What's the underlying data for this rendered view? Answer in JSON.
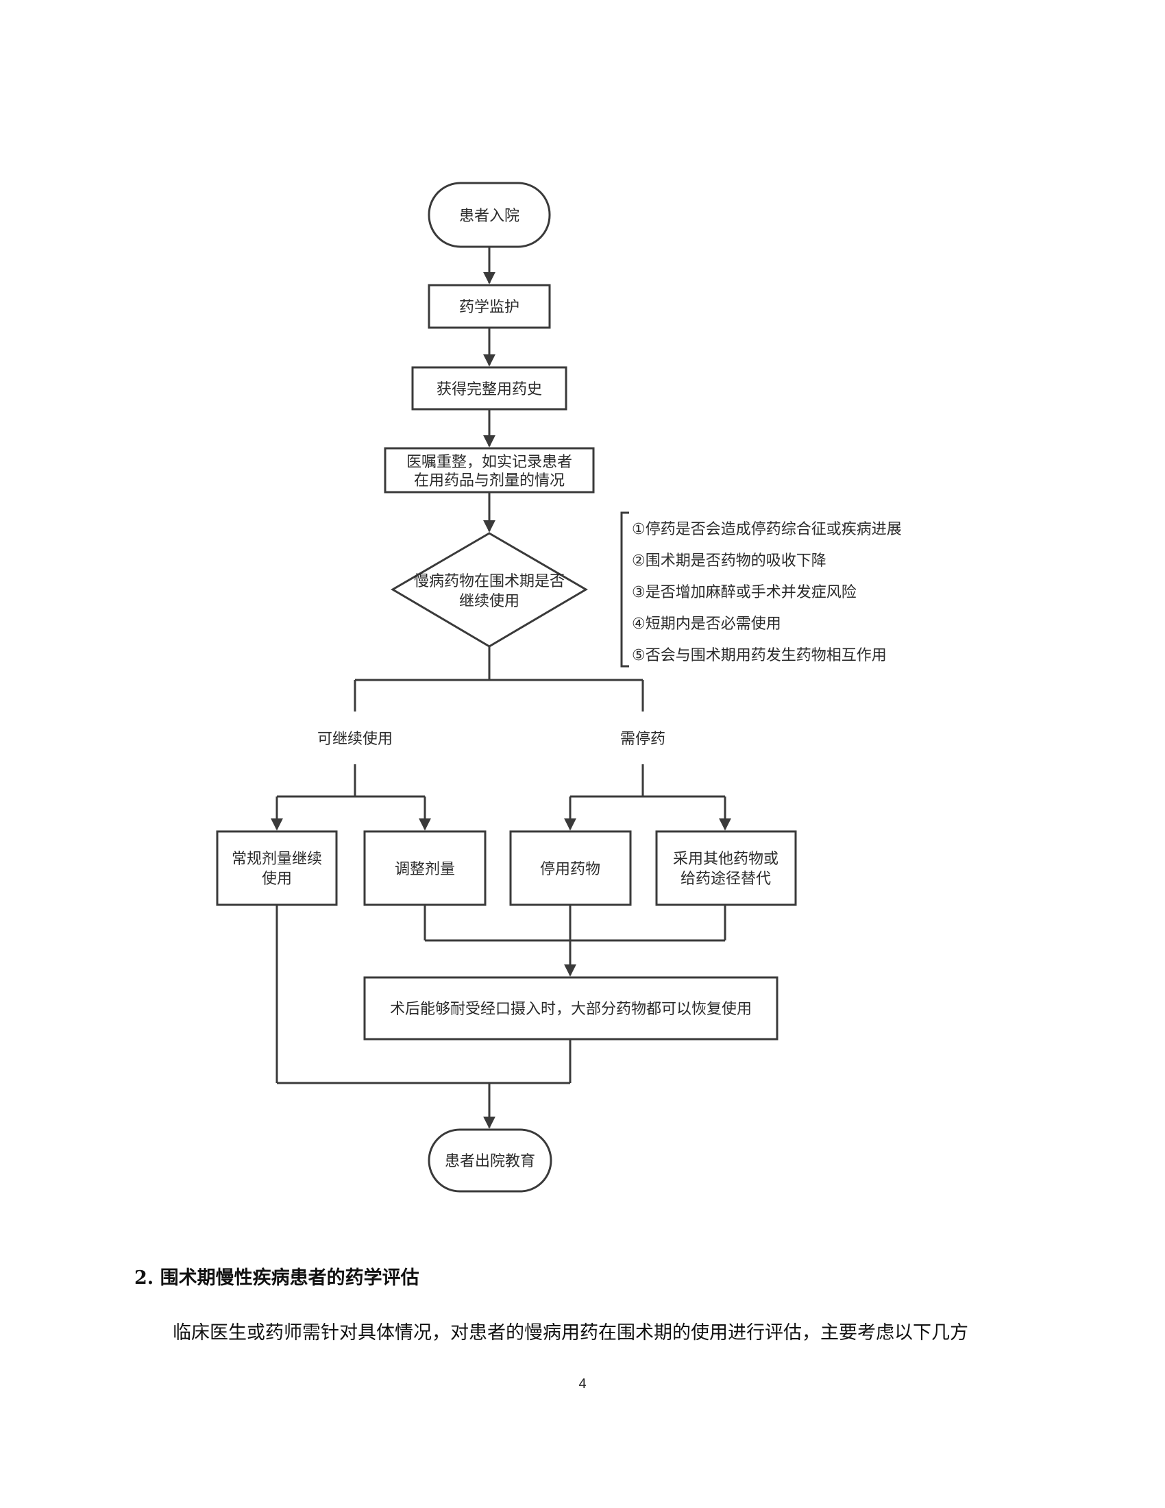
{
  "flowchart": {
    "start": "患者入院",
    "monitor": "药学监护",
    "history": "获得完整用药史",
    "reconcile_line1": "医嘱重整，如实记录患者",
    "reconcile_line2": "在用药品与剂量的情况",
    "decision_line1": "慢病药物在围术期是否",
    "decision_line2": "继续使用",
    "criteria": [
      "①停药是否会造成停药综合征或疾病进展",
      "②围术期是否药物的吸收下降",
      "③是否增加麻醉或手术并发症风险",
      "④短期内是否必需使用",
      "⑤否会与围术期用药发生药物相互作用"
    ],
    "branch_continue": "可继续使用",
    "branch_stop": "需停药",
    "continue_normal_line1": "常规剂量继续",
    "continue_normal_line2": "使用",
    "adjust_dose": "调整剂量",
    "stop_drug": "停用药物",
    "alternative_line1": "采用其他药物或",
    "alternative_line2": "给药途径替代",
    "postop": "术后能够耐受经口摄入时，大部分药物都可以恢复使用",
    "end": "患者出院教育"
  },
  "section": {
    "heading": "2.  围术期慢性疾病患者的药学评估",
    "paragraph": "临床医生或药师需针对具体情况，对患者的慢病用药在围术期的使用进行评估，主要考虑以下几方"
  },
  "page_number": "4"
}
